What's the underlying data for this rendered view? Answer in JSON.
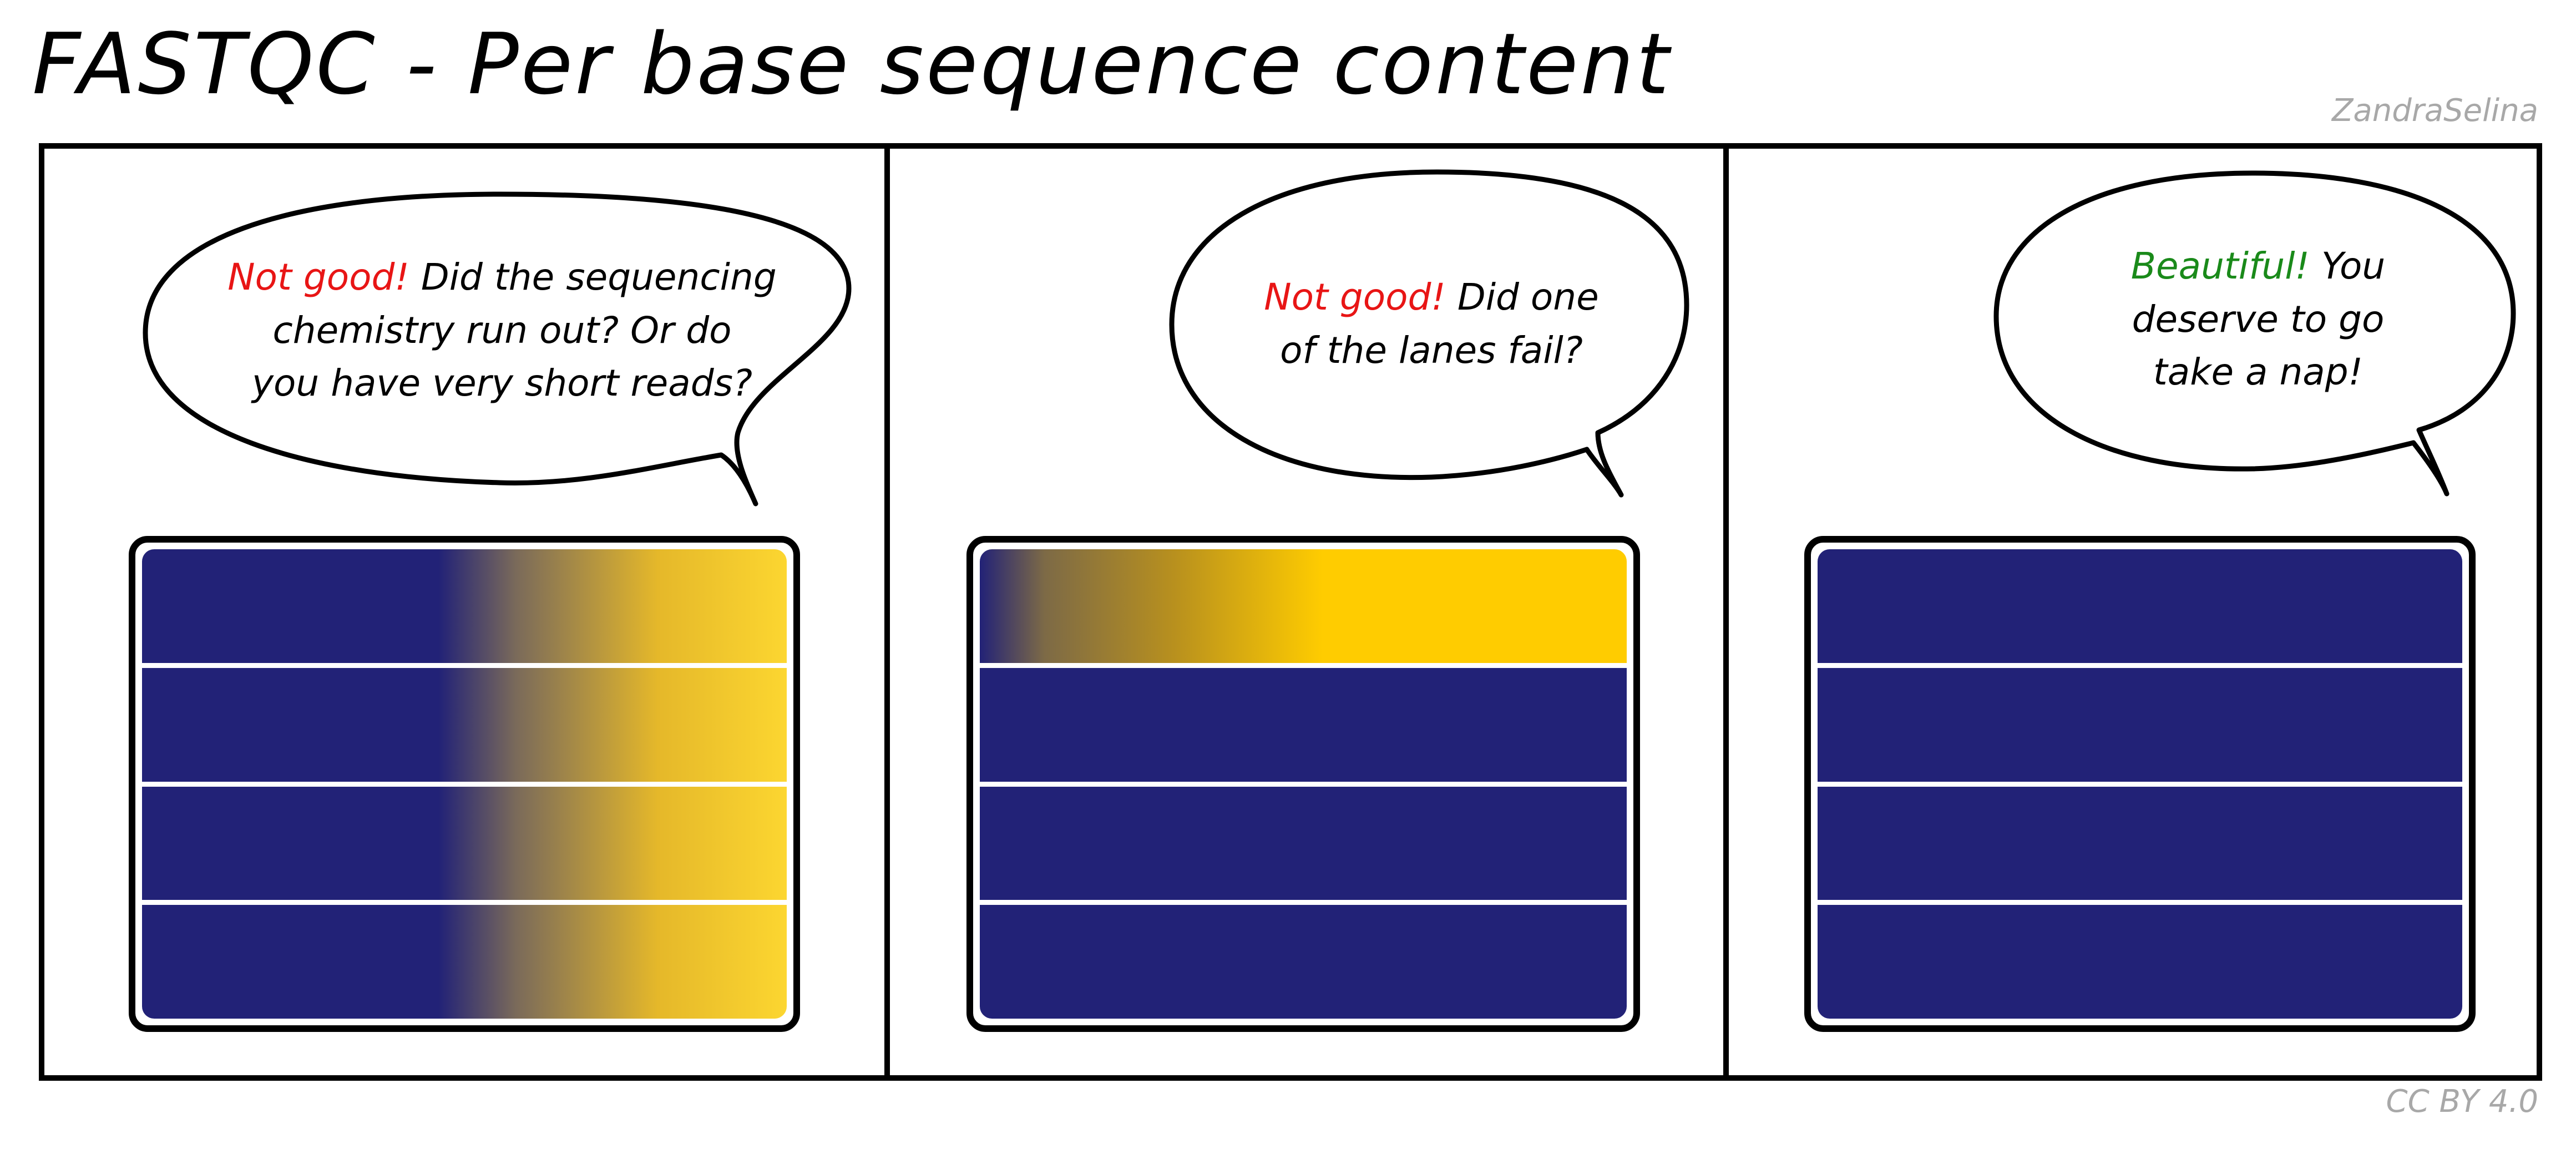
{
  "title": "FASTQC - Per base sequence content",
  "author": "ZandraSelina",
  "license": "CC BY 4.0",
  "colors": {
    "lane_blue": "#222277",
    "lane_yellow": "#ffcc00",
    "verdict_bad": "#e81515",
    "verdict_good": "#1a8a1a"
  },
  "panels": [
    {
      "verdict": "Not good!",
      "verdict_tone": "bad",
      "speech_line_1": "Did the sequencing",
      "speech_line_2": "chemistry run out? Or do",
      "speech_line_3": "you have very short reads?",
      "flowcell_pattern": "all lanes turn yellow toward the end of the read"
    },
    {
      "verdict": "Not good!",
      "verdict_tone": "bad",
      "speech_line_1": "Did one",
      "speech_line_2": "of the lanes fail?",
      "flowcell_pattern": "only the top lane turns yellow"
    },
    {
      "verdict": "Beautiful!",
      "verdict_tone": "good",
      "speech_line_1": "You",
      "speech_line_2": "deserve to go",
      "speech_line_3": "take a nap!",
      "flowcell_pattern": "all lanes uniform blue"
    }
  ]
}
